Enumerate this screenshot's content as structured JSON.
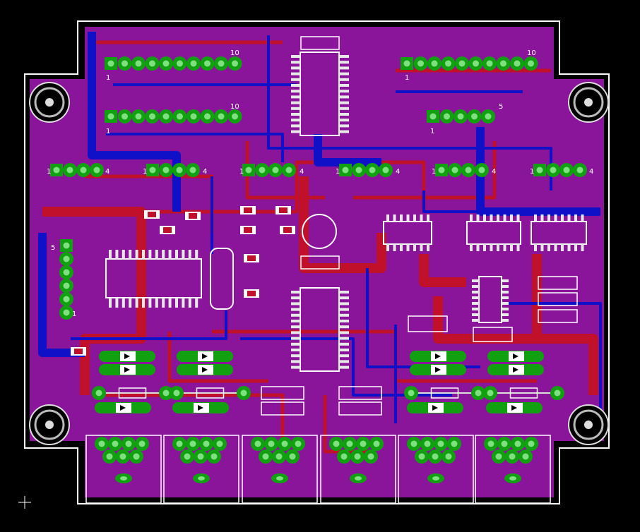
{
  "colors": {
    "background": "#000000",
    "board_fill": "#8a159a",
    "top_copper": "#c0102a",
    "bottom_copper": "#1010c8",
    "pad_green": "#10a010",
    "pad_inner": "#7fe07f",
    "silkscreen": "#ffffff",
    "mount_hole": "#d0d0d0"
  },
  "header_labels": {
    "h1_start": "1",
    "h1_end": "10",
    "h2_start": "1",
    "h2_end": "10",
    "h3_start": "1",
    "h3_end": "10",
    "h4_start": "1",
    "h4_end": "5",
    "left_start": "5",
    "left_end": "1"
  },
  "connector_labels": [
    {
      "start": "1",
      "end": "4"
    },
    {
      "start": "1",
      "end": "4"
    },
    {
      "start": "1",
      "end": "4"
    },
    {
      "start": "1",
      "end": "4"
    },
    {
      "start": "1",
      "end": "4"
    },
    {
      "start": "1",
      "end": "4"
    }
  ]
}
